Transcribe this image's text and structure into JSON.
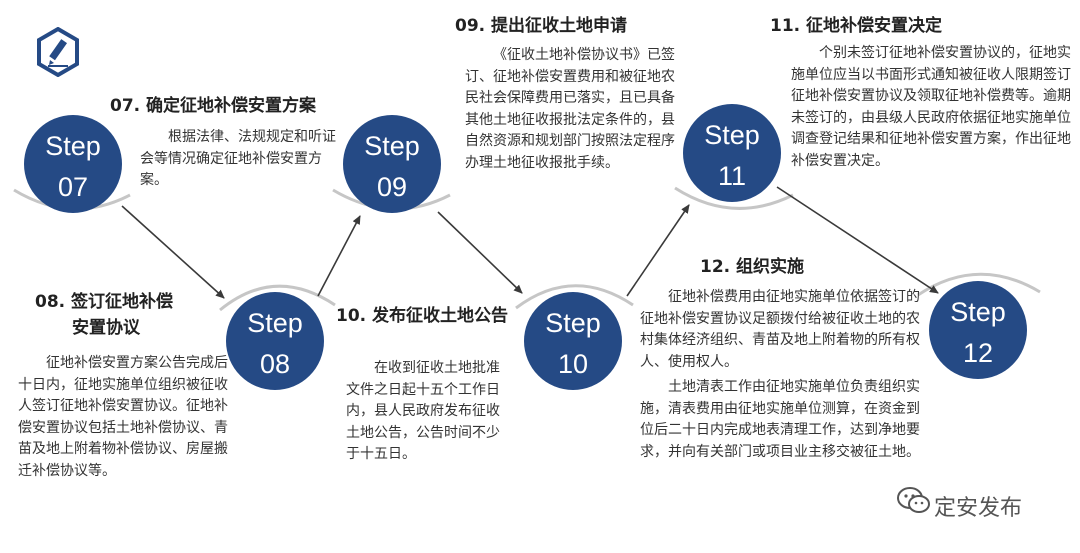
{
  "steps": [
    {
      "word": "Step",
      "num": "07"
    },
    {
      "word": "Step",
      "num": "08"
    },
    {
      "word": "Step",
      "num": "09"
    },
    {
      "word": "Step",
      "num": "10"
    },
    {
      "word": "Step",
      "num": "11"
    },
    {
      "word": "Step",
      "num": "12"
    }
  ],
  "sections": {
    "s07": {
      "title": "07. 确定征地补偿安置方案",
      "body": "根据法律、法规规定和听证会等情况确定征地补偿安置方案。"
    },
    "s08": {
      "title_line1": "08. 签订征地补偿",
      "title_line2": "安置协议",
      "body": "征地补偿安置方案公告完成后十日内，征地实施单位组织被征收人签订征地补偿安置协议。征地补偿安置协议包括土地补偿协议、青苗及地上附着物补偿协议、房屋搬迁补偿协议等。"
    },
    "s09": {
      "title": "09. 提出征收土地申请",
      "body": "《征收土地补偿协议书》已签订、征地补偿安置费用和被征地农民社会保障费用已落实，且已具备其他土地征收报批法定条件的，县自然资源和规划部门按照法定程序办理土地征收报批手续。"
    },
    "s10": {
      "title": "10. 发布征收土地公告",
      "body": "在收到征收土地批准文件之日起十五个工作日内，县人民政府发布征收土地公告，公告时间不少于十五日。"
    },
    "s11": {
      "title": "11. 征地补偿安置决定",
      "body": "个别未签订征地补偿安置协议的，征地实施单位应当以书面形式通知被征收人限期签订征地补偿安置协议及领取征地补偿费等。逾期未签订的，由县级人民政府依据征地实施单位调查登记结果和征地补偿安置方案，作出征地补偿安置决定。"
    },
    "s12": {
      "title": "12. 组织实施",
      "body1": "征地补偿费用由征地实施单位依据签订的征地补偿安置协议足额拨付给被征收土地的农村集体经济组织、青苗及地上附着物的所有权人、使用权人。",
      "body2": "土地清表工作由征地实施单位负责组织实施，清表费用由征地实施单位测算，在资金到位后二十日内完成地表清理工作，达到净地要求，并向有关部门或项目业主移交被征土地。"
    }
  },
  "watermark": {
    "text": "定安发布"
  },
  "colors": {
    "circle": "#254a85",
    "arc": "#c4c4c4",
    "line": "#3a3a3a"
  },
  "icons": {
    "logo": "pen-hexagon-icon",
    "watermark": "wechat-icon"
  }
}
